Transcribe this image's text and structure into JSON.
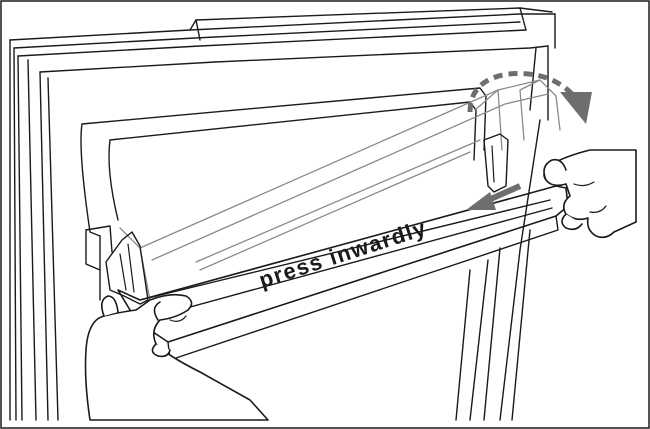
{
  "diagram": {
    "annotation_text": "press inwardly",
    "colors": {
      "ink": "#1a1a1a",
      "bin_outline": "#8a8a8a",
      "arrow_rotate": "#6e6e6e",
      "arrow_press": "#6e6e6e",
      "label": "#1a1a1a",
      "background": "#ffffff"
    },
    "elements": [
      "fridge-door-frame",
      "door-gasket",
      "door-bin",
      "left-hand",
      "right-hand",
      "rotate-arrow",
      "press-arrow"
    ]
  }
}
